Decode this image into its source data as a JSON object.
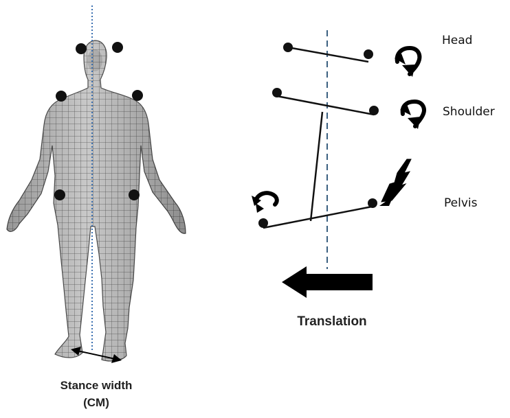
{
  "figure": {
    "segment_labels": {
      "head": "Head",
      "shoulder": "Shoulder",
      "pelvis": "Pelvis"
    },
    "translation_label": "Translation",
    "stance_width_label": "Stance width",
    "cm_label": "(CM)"
  },
  "colors": {
    "marker": "#111111",
    "mesh_body": "#bfbfbf",
    "mesh_lines": "#5a5a5a",
    "center_line_human": "#3a6fb0",
    "center_line_diagram": "#3a5f80",
    "segment_lines": "#111111",
    "arrows": "#000000"
  },
  "icons": {
    "rotation_arrow": "curved-rotation-arrow-icon",
    "lateral_arrow": "zigzag-lateral-arrow-icon",
    "translation_arrow": "left-arrow-icon"
  }
}
